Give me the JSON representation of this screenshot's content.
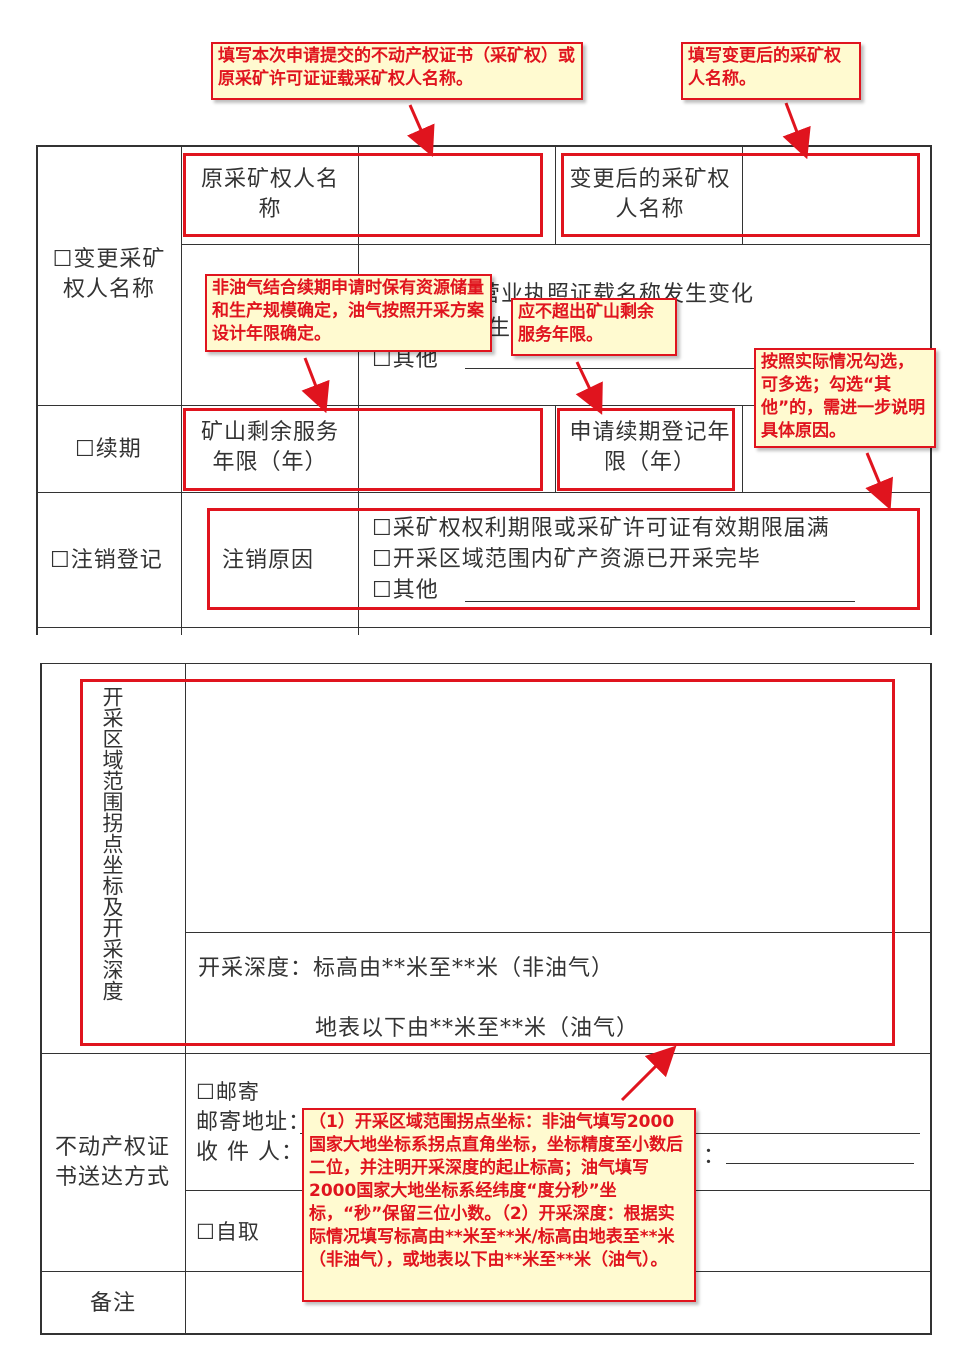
{
  "top_table": {
    "change_name": {
      "checkbox_label": "☐变更采矿权人名称",
      "original_label": "原采矿权人名称",
      "new_label": "变更后的采矿权人名称",
      "reason_partial_1": "营业执照证载名称发生变化",
      "reason_partial_2": "生",
      "reason_other": "☐其他"
    },
    "renewal": {
      "checkbox_label": "☐续期",
      "remaining_label": "矿山剩余服务年限（年）",
      "apply_label": "申请续期登记年限（年）"
    },
    "cancel": {
      "checkbox_label": "☐注销登记",
      "reason_label": "注销原因",
      "options": [
        "☐采矿权权利期限或采矿许可证有效期限届满",
        "☐开采区域范围内矿产资源已开采完毕",
        "☐其他"
      ]
    }
  },
  "bottom_table": {
    "coords_label": "开采区域范围拐点坐标及开采深度",
    "depth_line_1": "开采深度：标高由**米至**米（非油气）",
    "depth_line_2": "地表以下由**米至**米（油气）",
    "delivery_label": "不动产权证书送达方式",
    "mail_option": "☐邮寄",
    "mail_address": "邮寄地址：",
    "recipient": "收 件 人：",
    "colon": "：",
    "self_pick": "☐自取",
    "remarks": "备注"
  },
  "notes": {
    "note_original_name": "填写本次申请提交的不动产权证书（采矿权）或原采矿许可证证载采矿权人名称。",
    "note_new_name": "填写变更后的采矿权人名称。",
    "note_remaining_years": "非油气结合续期申请时保有资源储量和生产规模确定，油气按照开采方案设计年限确定。",
    "note_apply_years": "应不超出矿山剩余服务年限。",
    "note_checkbox": "按照实际情况勾选，可多选；勾选“其他”的，需进一步说明具体原因。",
    "note_coords": "（1）开采区域范围拐点坐标：非油气填写2000国家大地坐标系拐点直角坐标，坐标精度至小数后二位，并注明开采深度的起止标高；油气填写2000国家大地坐标系经纬度“度分秒”坐标，“秒”保留三位小数。（2）开采深度：根据实际情况填写标高由**米至**米/标高由地表至**米（非油气），或地表以下由**米至**米（油气）。"
  },
  "colors": {
    "annotation_red": "#e0141e",
    "note_bg": "#fffad0"
  }
}
